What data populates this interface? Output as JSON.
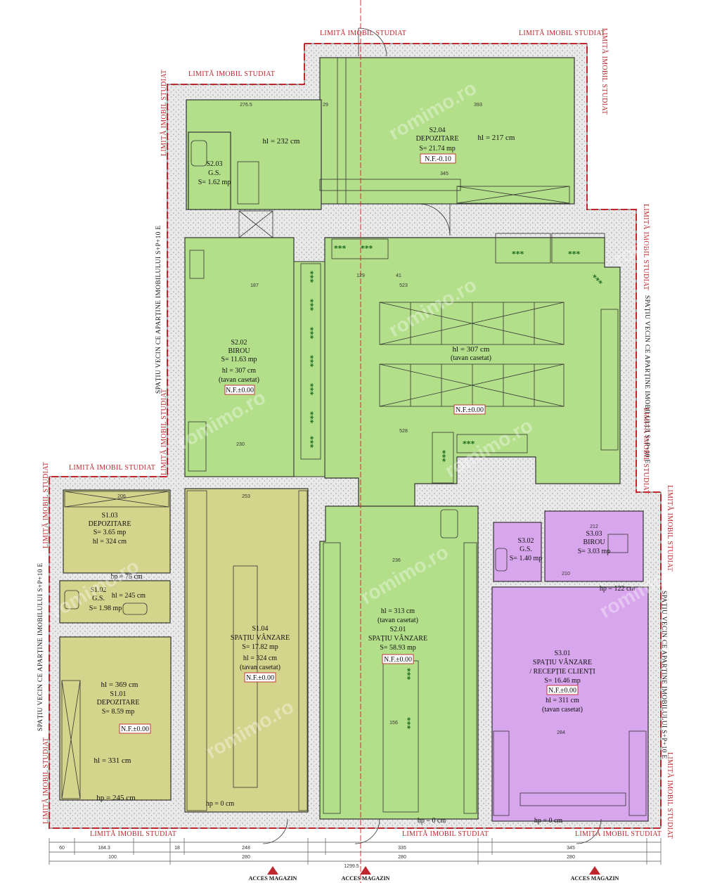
{
  "limit_label": "LIMITĂ IMOBIL STUDIAT",
  "neighbor_label": "SPAȚIU VECIN CE APARȚINE IMOBILULUI S+P+10 E",
  "access_label": "ACCES MAGAZIN",
  "watermark": "romimo.ro",
  "stars": "***",
  "colors": {
    "green": "#b3df8a",
    "olive": "#d4d48d",
    "purple": "#d8a6ec",
    "limit": "#c0262d",
    "hatch": "#cfcfcf"
  },
  "rooms": {
    "s204": {
      "code": "S2.04",
      "name": "DEPOZITARE",
      "area": "S= 21.74 mp",
      "height": "hl = 217 cm",
      "nf": "N.F.-0.10"
    },
    "s204b": {
      "height": "hl = 232 cm"
    },
    "s203": {
      "code": "S2.03",
      "name": "G.S.",
      "area": "S= 1.62 mp"
    },
    "s202": {
      "code": "S2.02",
      "name": "BIROU",
      "area": "S= 11.63 mp",
      "height": "hl = 307 cm",
      "note": "(tavan casetat)",
      "nf": "N.F.±0.00"
    },
    "main2": {
      "height": "hl = 307 cm",
      "note": "(tavan casetat)",
      "nf": "N.F.±0.00"
    },
    "s103": {
      "code": "S1.03",
      "name": "DEPOZITARE",
      "area": "S= 3.65 mp",
      "height": "hl = 324 cm",
      "hp": "hp = 75 cm"
    },
    "s102": {
      "code": "S1.02",
      "name": "G.S.",
      "area": "S= 1.98 mp",
      "height": "hl = 245 cm"
    },
    "s101": {
      "code": "S1.01",
      "name": "DEPOZITARE",
      "area": "S= 8.59 mp",
      "height": "hl = 369 cm",
      "nf": "N.F.±0.00",
      "height2": "hl = 331 cm",
      "hp": "hp = 245 cm"
    },
    "s104": {
      "code": "S1.04",
      "name": "SPAȚIU VÂNZARE",
      "area": "S= 17.82 mp",
      "height": "hl = 324 cm",
      "note": "(tavan casetat)",
      "nf": "N.F.±0.00",
      "hp": "hp = 0 cm"
    },
    "s201": {
      "code": "S2.01",
      "name": "SPAȚIU VÂNZARE",
      "area": "S= 58.93 mp",
      "height": "hl = 313 cm",
      "note": "(tavan casetat)",
      "nf": "N.F.±0.00",
      "hp": "hp = 0 cm"
    },
    "s302": {
      "code": "S3.02",
      "name": "G.S.",
      "area": "S= 1.40 mp"
    },
    "s303": {
      "code": "S3.03",
      "name": "BIROU",
      "area": "S= 3.03 mp",
      "hp": "hp = 122 cm"
    },
    "s301": {
      "code": "S3.01",
      "name": "SPAȚIU VÂNZARE",
      "name2": "/ RECEPȚIE CLIENȚI",
      "area": "S= 16.46 mp",
      "nf": "N.F.±0.00",
      "height": "hl = 311 cm",
      "note": "(tavan casetat)",
      "hp": "hp = 0 cm"
    }
  },
  "dims": {
    "bottom": [
      "60",
      "184.3",
      "100",
      "18",
      "248",
      "280",
      "1299.5",
      "335",
      "280",
      "345",
      "280"
    ],
    "inner": [
      "276.5",
      "29",
      "393",
      "523",
      "528",
      "230",
      "345",
      "129",
      "41",
      "187",
      "206",
      "236",
      "253",
      "156",
      "284",
      "212",
      "210"
    ]
  }
}
